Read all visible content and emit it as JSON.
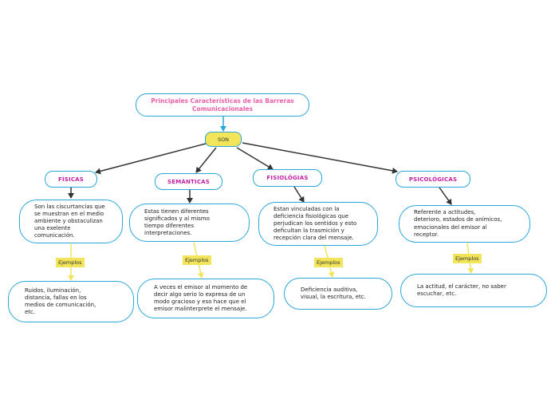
{
  "title": "Principales Características de las Barreras Comunicacionales",
  "connector": "SON",
  "example_tag": "Ejemplos",
  "colors": {
    "border": "#2aa7d8",
    "category_text": "#c21fa6",
    "title_text": "#e85fa8",
    "highlight": "#f2e55a",
    "arrow_dark": "#333333"
  },
  "categories": [
    {
      "label": "FÍSICAS",
      "description": "Son las ciscurtancias que\nse muestran en el medio\nambiente y obstaculizan\nuna exelente\ncomunicación.",
      "example": "Ruidos, iluminación,\ndistancia, fallas en los\nmedios de comunicación,\netc."
    },
    {
      "label": "SEMÁNTICAS",
      "description": "Estas tienen diferentes\nsignificados y al mismo\ntiempo diferentes\ninterpretaciones.",
      "example": "A veces el emisor al momento de\ndecir algo serio lo expresa de un\nmodo gracioso y eso hace que el\nemisor malinterprete el mensaje."
    },
    {
      "label": "FISIOLÓGIAS",
      "description": "Estan vinculadas con la\ndeficiencia fisiológicas que\nperjudican los sentidos y esto\ndeficultan la trasmición y\nrecepción clara del mensaje.",
      "example": "Deficiencia auditiva,\nvisual, la escritura, etc."
    },
    {
      "label": "PSICOLÓGICAS",
      "description": "Referente a actitudes,\ndeterioro, estados de anímicos,\nemocionales del emisor al\nreceptor.",
      "example": "La actitud, el carácter, no saber\nescuchar, etc."
    }
  ]
}
